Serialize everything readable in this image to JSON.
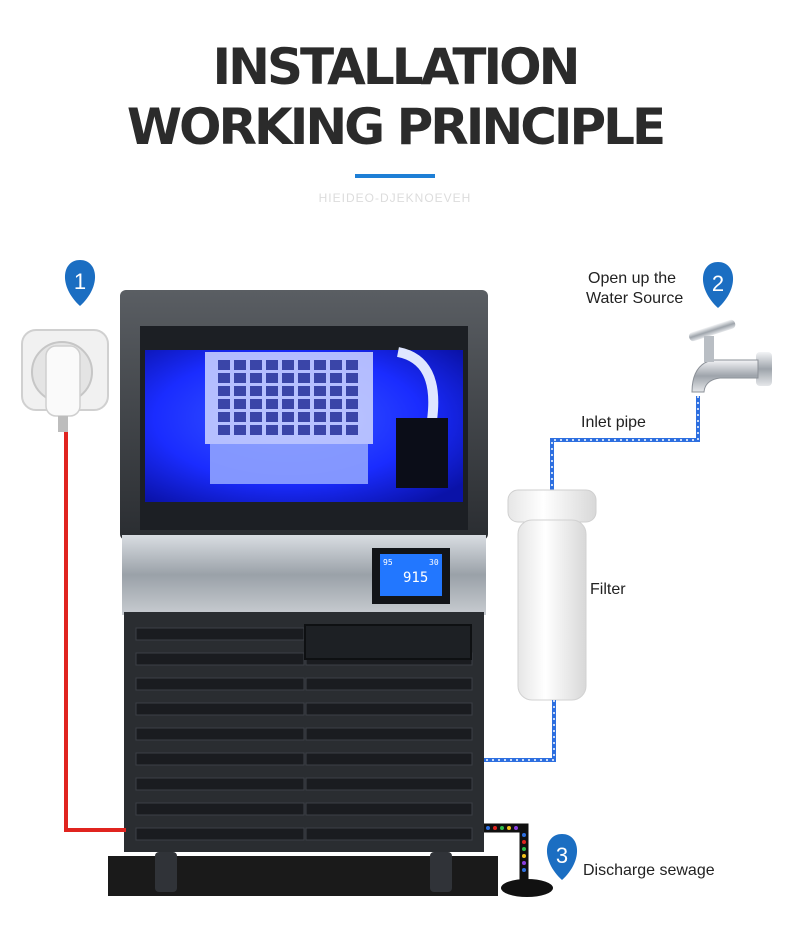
{
  "header": {
    "title_line1": "INSTALLATION",
    "title_line2": "WORKING PRINCIPLE",
    "subtitle": "HIEIDEO-DJEKNOEVEH"
  },
  "steps": [
    {
      "number": "1"
    },
    {
      "number": "2",
      "label_line1": "Open up the",
      "label_line2": "Water Source"
    },
    {
      "number": "3",
      "label": "Discharge sewage"
    }
  ],
  "components": {
    "inlet_pipe_label": "Inlet pipe",
    "filter_label": "Filter"
  },
  "display": {
    "value": "915",
    "corner_top_left": "95",
    "corner_top_right": "30"
  },
  "colors": {
    "accent": "#1e7fd6",
    "pin": "#1b6ec2",
    "power_cable": "#e0241f",
    "water_line": "#2d6fe0",
    "chamber_glow": "#1a2cff"
  }
}
